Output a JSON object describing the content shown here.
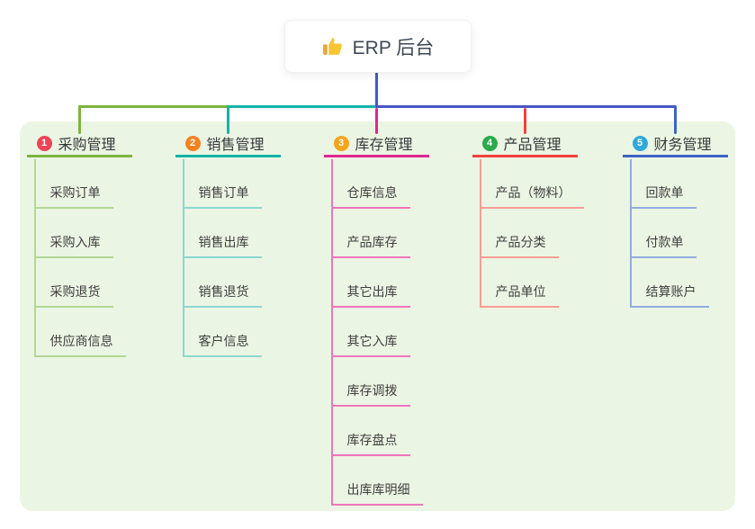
{
  "root": {
    "label": "ERP 后台",
    "icon": "thumbs-up-icon"
  },
  "branches": [
    {
      "num": "1",
      "label": "采购管理",
      "children": [
        "采购订单",
        "采购入库",
        "采购退货",
        "供应商信息"
      ]
    },
    {
      "num": "2",
      "label": "销售管理",
      "children": [
        "销售订单",
        "销售出库",
        "销售退货",
        "客户信息"
      ]
    },
    {
      "num": "3",
      "label": "库存管理",
      "children": [
        "仓库信息",
        "产品库存",
        "其它出库",
        "其它入库",
        "库存调拨",
        "库存盘点",
        "出库库明细"
      ]
    },
    {
      "num": "4",
      "label": "产品管理",
      "children": [
        "产品（物料）",
        "产品分类",
        "产品单位"
      ]
    },
    {
      "num": "5",
      "label": "财务管理",
      "children": [
        "回款单",
        "付款单",
        "结算账户"
      ]
    }
  ],
  "colors": {
    "badges": [
      "#ee4458",
      "#f58220",
      "#f7a41d",
      "#2aab4c",
      "#2fa9dc"
    ],
    "branch_lines": [
      "#7cb53d",
      "#13b3a8",
      "#e0268f",
      "#f2413e",
      "#3d63c6"
    ],
    "child_lines": [
      "#b2d893",
      "#8ad8d1",
      "#f075bc",
      "#f79d97",
      "#93abdf"
    ],
    "root_connector": "#4757c7",
    "panel_background": "#ebf5e3",
    "thumb_icon": "#f8c631"
  }
}
